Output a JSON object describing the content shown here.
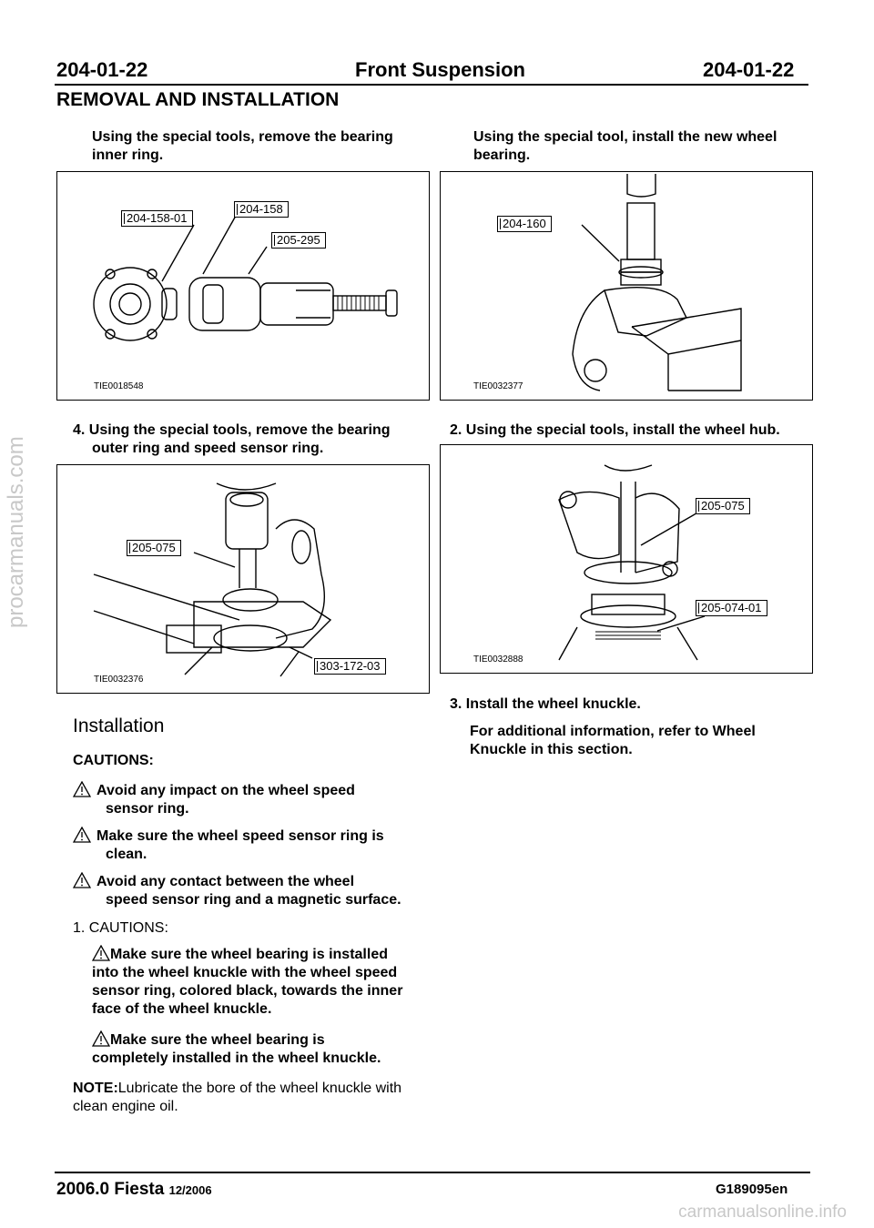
{
  "header": {
    "left_code": "204-01-22",
    "title": "Front Suspension",
    "right_code": "204-01-22"
  },
  "section_title": "REMOVAL AND INSTALLATION",
  "left": {
    "step_a": {
      "line1": "Using the special tools, remove the bearing",
      "line2": "inner ring."
    },
    "fig1": {
      "id": "TIE0018548",
      "tools": [
        "204-158-01",
        "204-158",
        "205-295"
      ]
    },
    "step_4": {
      "line1": "4. Using the special tools, remove the bearing",
      "line2": "outer ring and speed sensor ring."
    },
    "fig2": {
      "id": "TIE0032376",
      "tools": [
        "205-075",
        "303-172-03"
      ]
    },
    "installation_heading": "Installation",
    "cautions_heading": "CAUTIONS:",
    "cautions": [
      {
        "line1": "Avoid any impact on the wheel speed",
        "line2": "sensor ring."
      },
      {
        "line1": "Make sure the wheel speed sensor ring is",
        "line2": "clean."
      },
      {
        "line1": "Avoid any contact between the wheel",
        "line2": "speed sensor ring and a magnetic surface."
      }
    ],
    "step_1": {
      "label": "1. CAUTIONS:",
      "caution_a": [
        "Make sure the wheel bearing is installed",
        "into the wheel knuckle with the wheel speed",
        "sensor ring, colored black, towards the inner",
        "face of the wheel knuckle."
      ],
      "caution_b": [
        "Make sure the wheel bearing is",
        "completely installed in the wheel knuckle."
      ]
    },
    "note": {
      "label": "NOTE:",
      "line1": "Lubricate the bore of the wheel knuckle with",
      "line2": "clean engine oil."
    }
  },
  "right": {
    "step_a": {
      "line1": "Using the special tool, install the new wheel",
      "line2": "bearing."
    },
    "fig3": {
      "id": "TIE0032377",
      "tools": [
        "204-160"
      ]
    },
    "step_2": "2. Using the special tools, install the wheel hub.",
    "fig4": {
      "id": "TIE0032888",
      "tools": [
        "205-075",
        "205-074-01"
      ]
    },
    "step_3": "3. Install the wheel knuckle.",
    "ref": {
      "line1": "For additional information, refer to Wheel",
      "line2": "Knuckle in this section."
    }
  },
  "footer": {
    "model": "2006.0 Fiesta",
    "date": "12/2006",
    "doc_code": "G189095en"
  },
  "watermarks": {
    "side": "procarmanuals.com",
    "bottom": "carmanualsonline.info"
  }
}
